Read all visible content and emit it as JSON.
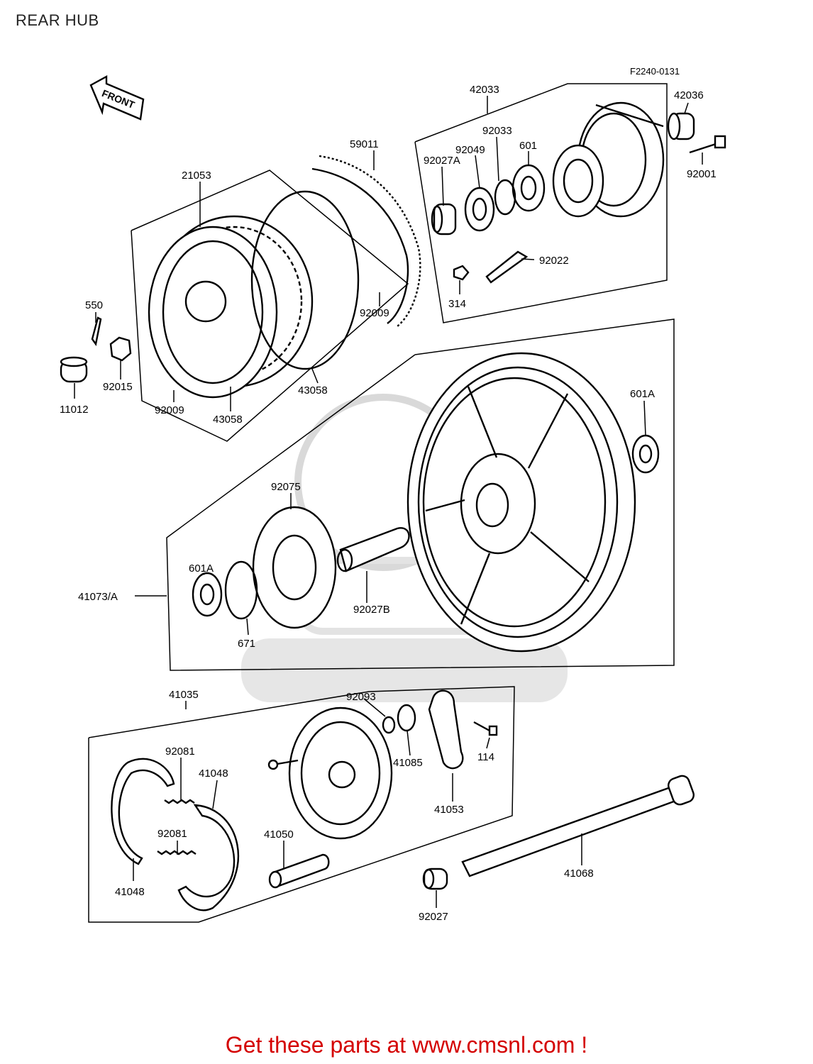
{
  "title": "REAR HUB",
  "diagram_code": "F2240-0131",
  "footer_text": "Get these parts at www.cmsnl.com !",
  "front_label": "FRONT",
  "labels": {
    "p42033": "42033",
    "p42036": "42036",
    "p92033": "92033",
    "p92049": "92049",
    "p601": "601",
    "p92001": "92001",
    "p92027A": "92027A",
    "p59011": "59011",
    "p21053": "21053",
    "p92022": "92022",
    "p314": "314",
    "p92009a": "92009",
    "p550": "550",
    "p92015": "92015",
    "p11012": "11012",
    "p92009b": "92009",
    "p43058a": "43058",
    "p43058b": "43058",
    "p601Aa": "601A",
    "p92075": "92075",
    "p601Ab": "601A",
    "p41073A": "41073/A",
    "p92027B": "92027B",
    "p671": "671",
    "p41035": "41035",
    "p92093": "92093",
    "p92081a": "92081",
    "p41048a": "41048",
    "p41085": "41085",
    "p114": "114",
    "p41053": "41053",
    "p92081b": "92081",
    "p41050": "41050",
    "p41068": "41068",
    "p41048b": "41048",
    "p92027": "92027"
  }
}
